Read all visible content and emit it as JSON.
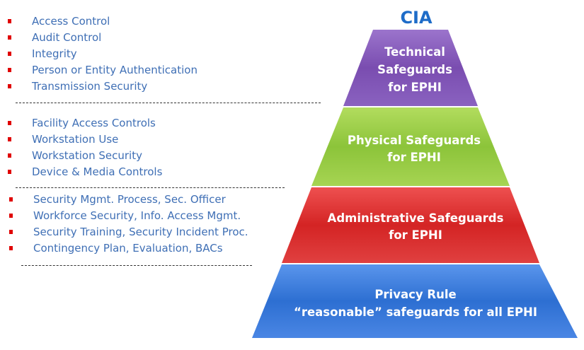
{
  "lists": [
    {
      "items": [
        "Access Control",
        "Audit Control",
        "Integrity",
        "Person or Entity Authentication",
        "Transmission Security"
      ]
    },
    {
      "items": [
        "Facility Access Controls",
        "Workstation Use",
        "Workstation Security",
        "Device & Media Controls"
      ]
    },
    {
      "items": [
        "Security Mgmt. Process, Sec. Officer",
        "Workforce Security, Info. Access Mgmt.",
        "Security Training, Security Incident Proc.",
        "Contingency Plan, Evaluation, BACs"
      ]
    }
  ],
  "pyramid": {
    "title": "CIA",
    "levels": [
      {
        "lines": [
          "Technical",
          "Safeguards",
          "for EPHI"
        ],
        "color": "#7b4fb0"
      },
      {
        "lines": [
          "Physical Safeguards",
          "for EPHI"
        ],
        "color": "#8cc43a"
      },
      {
        "lines": [
          "Administrative Safeguards",
          "for EPHI"
        ],
        "color": "#d42a2a"
      },
      {
        "lines": [
          "Privacy Rule",
          "“reasonable” safeguards for all EPHI"
        ],
        "color": "#2d6fd2"
      }
    ]
  }
}
